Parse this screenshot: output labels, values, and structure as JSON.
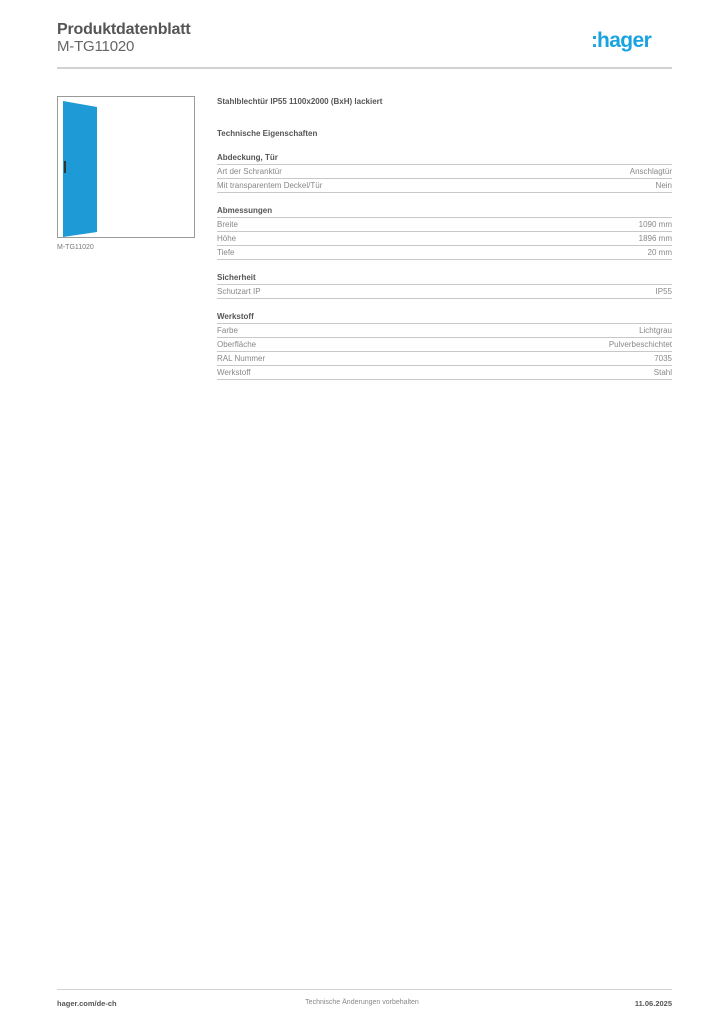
{
  "header": {
    "title": "Produktdatenblatt",
    "subtitle": "M-TG11020",
    "logo_text": "hager",
    "logo_prefix": ":",
    "logo_color": "#1aa3e0"
  },
  "product": {
    "image_icon": "blue-door-icon",
    "image_color": "#1e9ad6",
    "image_caption": "M-TG11020",
    "name": "Stahlblechtür IP55 1100x2000 (BxH) lackiert"
  },
  "technical": {
    "title": "Technische Eigenschaften",
    "sections": [
      {
        "title": "Abdeckung, Tür",
        "rows": [
          {
            "label": "Art der Schranktür",
            "value": "Anschlagtür"
          },
          {
            "label": "Mit transparentem Deckel/Tür",
            "value": "Nein"
          }
        ]
      },
      {
        "title": "Abmessungen",
        "rows": [
          {
            "label": "Breite",
            "value": "1090 mm"
          },
          {
            "label": "Höhe",
            "value": "1896 mm"
          },
          {
            "label": "Tiefe",
            "value": "20 mm"
          }
        ]
      },
      {
        "title": "Sicherheit",
        "rows": [
          {
            "label": "Schutzart IP",
            "value": "IP55"
          }
        ]
      },
      {
        "title": "Werkstoff",
        "rows": [
          {
            "label": "Farbe",
            "value": "Lichtgrau"
          },
          {
            "label": "Oberfläche",
            "value": "Pulverbeschichtet"
          },
          {
            "label": "RAL Nummer",
            "value": "7035"
          },
          {
            "label": "Werkstoff",
            "value": "Stahl"
          }
        ]
      }
    ]
  },
  "footer": {
    "website": "hager.com/de-ch",
    "notice": "Technische Änderungen vorbehalten",
    "date": "11.06.2025"
  }
}
